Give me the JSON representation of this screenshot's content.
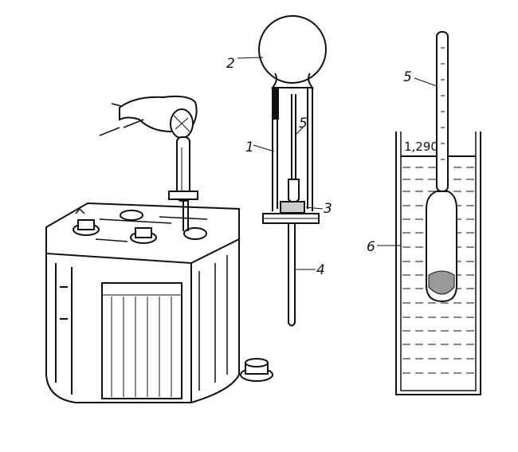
{
  "labels": {
    "bulb": "2",
    "tube": "1",
    "hydrometer_in_syringe": "5",
    "stopper": "3",
    "pipe": "4",
    "hydrometer_in_jar": "5",
    "jar": "6"
  },
  "reading": "1,290",
  "colors": {
    "ink": "#111111",
    "paper": "#ffffff"
  }
}
